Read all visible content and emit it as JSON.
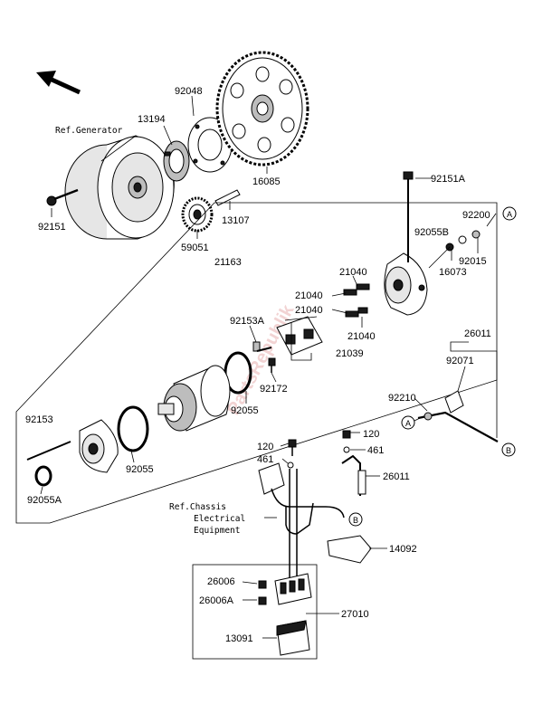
{
  "watermark": "PartsRepublik",
  "refs": {
    "generator": "Ref.Generator",
    "chassis_1": "Ref.Chassis",
    "chassis_2": "Electrical",
    "chassis_3": "Equipment"
  },
  "callout_letters": {
    "a": "A",
    "b": "B"
  },
  "part_numbers": {
    "p92048": "92048",
    "p13194": "13194",
    "p16085": "16085",
    "p92151": "92151",
    "p13107": "13107",
    "p59051": "59051",
    "p92151A": "92151A",
    "p92200": "92200",
    "p92055B": "92055B",
    "p92015": "92015",
    "p16073": "16073",
    "p21163": "21163",
    "p21040a": "21040",
    "p21040b": "21040",
    "p21040c": "21040",
    "p21040d": "21040",
    "p92153A": "92153A",
    "p21039": "21039",
    "p92172": "92172",
    "p92055a": "92055",
    "p92153": "92153",
    "p92055b": "92055",
    "p92055A": "92055A",
    "p26011a": "26011",
    "p92071": "92071",
    "p92210": "92210",
    "p120a": "120",
    "p461a": "461",
    "p120b": "120",
    "p461b": "461",
    "p26011b": "26011",
    "p14092": "14092",
    "p26006": "26006",
    "p26006A": "26006A",
    "p27010": "27010",
    "p13091": "13091"
  }
}
